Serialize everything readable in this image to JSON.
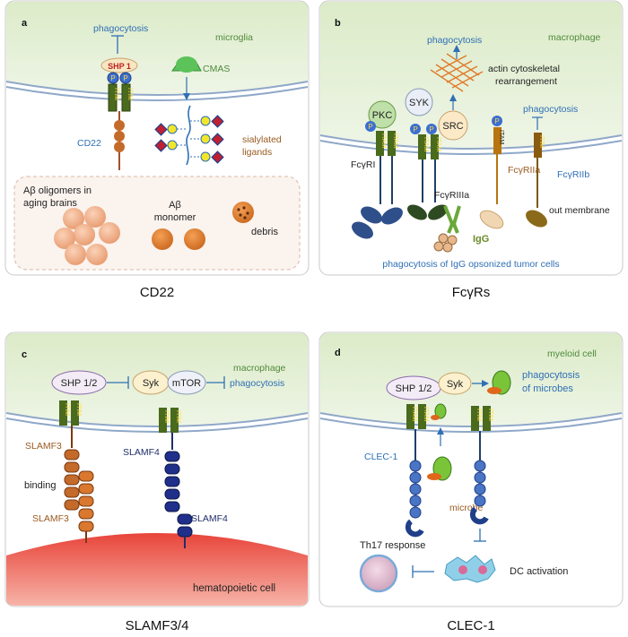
{
  "captions": {
    "a": "CD22",
    "b": "FcγRs",
    "c": "SLAMF3/4",
    "d": "CLEC-1"
  },
  "panel_a": {
    "letter": "a",
    "cell": "microglia",
    "phagocytosis": "phagocytosis",
    "shp1": "SHP 1",
    "p": "P",
    "itim": "ITIM",
    "cmas": "CMAS",
    "cd22": "CD22",
    "sialylated_1": "sialylated",
    "sialylated_2": "ligands",
    "abeta_olig_1": "Aβ oligomers in",
    "abeta_olig_2": "aging brains",
    "abeta_mono_1": "Aβ",
    "abeta_mono_2": "monomer",
    "debris": "debris"
  },
  "panel_b": {
    "letter": "b",
    "cell": "macrophage",
    "phagocytosis_top": "phagocytosis",
    "actin_1": "actin cytoskeletal",
    "actin_2": "rearrangement",
    "syk": "SYK",
    "pkc": "PKC",
    "src": "SRC",
    "p": "P",
    "itam": "ITAM",
    "itim": "ITIM",
    "phagocytosis_right": "phagocytosis",
    "fcgr1": "FcγRI",
    "fcgr2a": "FcγRIIa",
    "fcgr3a": "FcγRIIIa",
    "fcgr2b": "FcγRIIb",
    "out_membrane": "out membrane",
    "igg": "IgG",
    "bottom": "phagocytosis of IgG opsonized tumor cells"
  },
  "panel_c": {
    "letter": "c",
    "cell": "macrophage",
    "shp": "SHP 1/2",
    "syk": "Syk",
    "mtor": "mTOR",
    "phagocytosis": "phagocytosis",
    "itim": "ITIM",
    "slamf3_top": "SLAMF3",
    "binding": "binding",
    "slamf3_bottom": "SLAMF3",
    "slamf4_top": "SLAMF4",
    "slamf4_bottom": "SLAMF4",
    "hematopoietic": "hematopoietic cell"
  },
  "panel_d": {
    "letter": "d",
    "cell": "myeloid cell",
    "shp": "SHP 1/2",
    "syk": "Syk",
    "phago_1": "phagocytosis",
    "phago_2": "of microbes",
    "itam": "ITAM",
    "itim": "ITIM",
    "clec1": "CLEC-1",
    "microbe": "microbe",
    "th17": "Th17 response",
    "dc": "DC activation"
  }
}
